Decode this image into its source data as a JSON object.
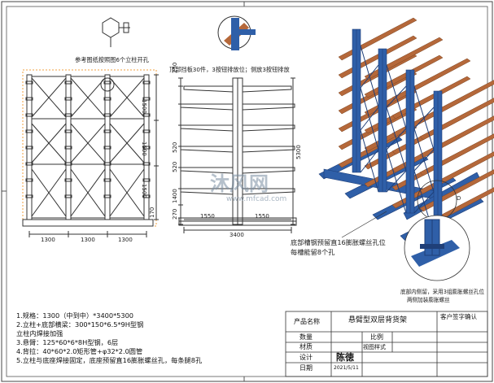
{
  "views": {
    "front_caption": "参考图纸按照图6个立柱开孔",
    "side_caption": "顶部挡板30件，3按钮排放位；侧放3按钮排放",
    "callout_bottom": "底部槽钢预留直16膨胀螺丝孔位",
    "callout_bottom_2": "每槽能留8个孔",
    "callout_detail": "底部内侧留，采用3组膨胀螺丝孔位",
    "callout_detail_2": "两侧加装膨胀螺丝"
  },
  "dimensions": {
    "bay_widths": [
      "1300",
      "1300",
      "1300"
    ],
    "front_levels": [
      "1500",
      "1500",
      "1500"
    ],
    "top_gap": "250",
    "arm_spacing": "520",
    "arm_spacing_2": "520",
    "base_height": "1400",
    "lower_gap": "270",
    "base_offset": "170",
    "total_height": "5300",
    "arm_length_left": "1550",
    "arm_length_right": "1550",
    "base_width": "3400"
  },
  "notes": [
    "1.规格：1300（中到中）*3400*5300",
    "2.立柱+底部横梁：300*150*6.5*9H型钢",
    "  立柱内焊接加强",
    "3.悬臂：125*60*6*8H型钢，6层",
    "4.背拉：40*60*2.0矩形管+φ32*2.0圆管",
    "5.立柱与底座焊接固定，底座预留直16膨胀螺丝孔，每条腿8孔"
  ],
  "title_block": {
    "label_name": "产品名称",
    "product_name": "悬臂型双层背货架",
    "customer_label": "客户签字确认",
    "label_qty": "数量",
    "label_scale": "比例",
    "label_material": "材质",
    "material_value": "视图样式",
    "label_designer": "设计",
    "designer": "陈徳",
    "label_date": "日期",
    "date": "2021/5/11"
  },
  "watermark": {
    "brand": "沐风网",
    "url": "www.mfcad.com"
  },
  "colors": {
    "steel_blue": "#2f5fa8",
    "steel_dark": "#1f3f78",
    "arm_brown": "#b5683a",
    "orange_guide": "#f0a040",
    "line": "#333333"
  }
}
